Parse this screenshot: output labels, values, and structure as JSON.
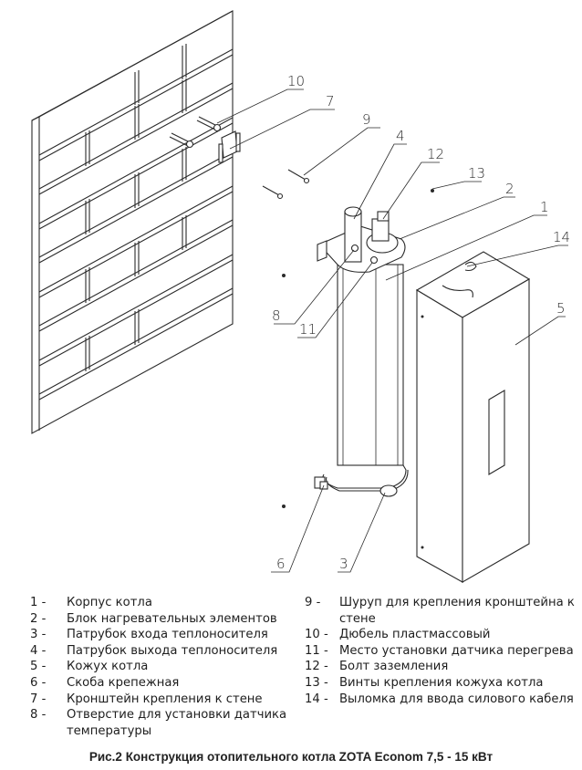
{
  "figure": {
    "callouts": [
      "1",
      "2",
      "3",
      "4",
      "5",
      "6",
      "7",
      "8",
      "9",
      "10",
      "11",
      "12",
      "13",
      "14"
    ]
  },
  "legend": {
    "left": [
      {
        "num": "1 -",
        "text": "Корпус котла"
      },
      {
        "num": "2 -",
        "text": "Блок нагревательных элементов"
      },
      {
        "num": "3 -",
        "text": "Патрубок входа теплоносителя"
      },
      {
        "num": "4 -",
        "text": "Патрубок выхода теплоносителя"
      },
      {
        "num": "5 -",
        "text": "Кожух котла"
      },
      {
        "num": "6 -",
        "text": "Скоба крепежная"
      },
      {
        "num": "7 -",
        "text": "Кронштейн крепления к стене"
      },
      {
        "num": "8 -",
        "text": "Отверстие для установки датчика температуры"
      }
    ],
    "right": [
      {
        "num": "9 -",
        "text": "Шуруп для крепления кронштейна к стене"
      },
      {
        "num": "10 -",
        "text": "Дюбель пластмассовый"
      },
      {
        "num": "11 -",
        "text": "Место установки датчика перегрева"
      },
      {
        "num": "12 -",
        "text": "Болт заземления"
      },
      {
        "num": "13 -",
        "text": "Винты крепления кожуха котла"
      },
      {
        "num": "14 -",
        "text": "Выломка для ввода силового кабеля"
      }
    ]
  },
  "caption": "Рис.2 Конструкция отопительного котла ZOTA Econom 7,5 - 15 кВт"
}
